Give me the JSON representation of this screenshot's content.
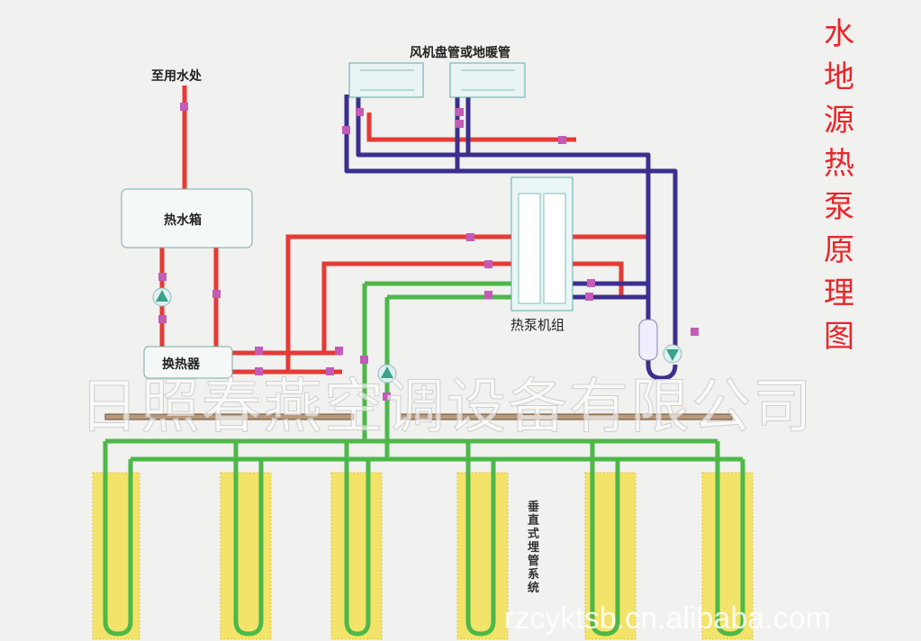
{
  "title": "水地源热泵原理图",
  "labels": {
    "to_water_use": "至用水处",
    "fan_coil": "风机盘管或地暖管",
    "hot_water_tank": "热水箱",
    "heat_exchanger": "换热器",
    "heat_pump_unit": "热泵机组",
    "vertical_buried_pipe": "垂直式埋管系统"
  },
  "watermarks": {
    "company": "日照春燕空调设备有限公司",
    "url": "rzcyktsb.cn.alibaba.com"
  },
  "colors": {
    "hot": "#e53a35",
    "cold": "#3b2f8f",
    "ground": "#4cb848",
    "title": "#e8262b"
  }
}
